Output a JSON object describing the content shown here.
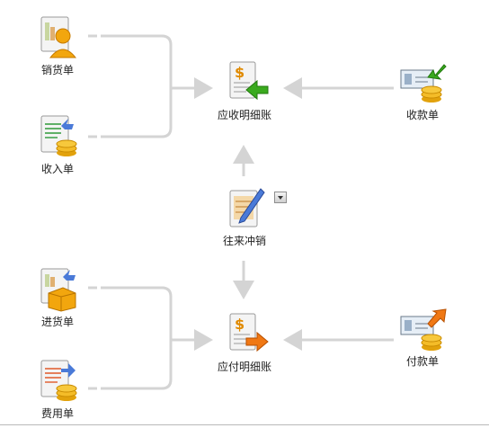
{
  "nodes": {
    "sales": "销货单",
    "income": "收入单",
    "purchase": "进货单",
    "expense": "费用单",
    "receivable": "应收明细账",
    "payable": "应付明细账",
    "offset": "往来冲销",
    "receipt": "收款单",
    "payment": "付款单"
  },
  "icons": {
    "sales": "document-user-icon",
    "income": "document-coins-icon",
    "purchase": "document-box-icon",
    "expense": "document-coins-arrow-icon",
    "receivable": "ledger-incoming-icon",
    "payable": "ledger-outgoing-icon",
    "offset": "document-pen-icon",
    "receipt": "cheque-coins-incoming-icon",
    "payment": "cheque-coins-outgoing-icon"
  },
  "colors": {
    "connector": "#d4d4d4",
    "incoming_arrow": "#3aaa1e",
    "outgoing_arrow": "#f07814",
    "coin_gold": "#f2b01c",
    "label_text": "#222222"
  }
}
